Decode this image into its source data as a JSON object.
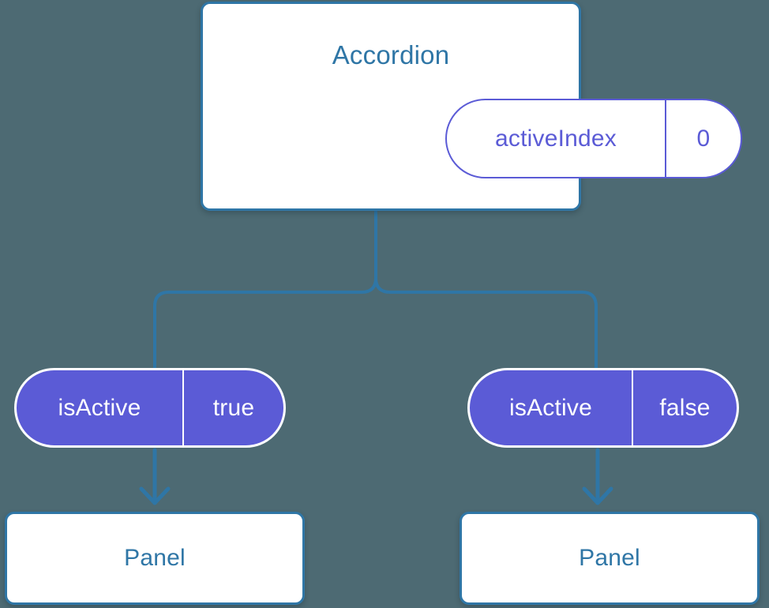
{
  "background_color": "#4d6a73",
  "colors": {
    "background": "#4d6a73",
    "card_border": "#2f76a6",
    "card_fill": "#ffffff",
    "title_text": "#2f76a6",
    "pill_outline": "#5b5bd6",
    "pill_fill": "#5b5bd6",
    "pill_fill_text": "#ffffff",
    "connector": "#2f76a6"
  },
  "diagram": {
    "root": {
      "title": "Accordion",
      "state_pill": {
        "key": "activeIndex",
        "value": "0"
      }
    },
    "branches": [
      {
        "prop_pill": {
          "key": "isActive",
          "value": "true"
        },
        "panel": {
          "title": "Panel"
        }
      },
      {
        "prop_pill": {
          "key": "isActive",
          "value": "false"
        },
        "panel": {
          "title": "Panel"
        }
      }
    ]
  }
}
